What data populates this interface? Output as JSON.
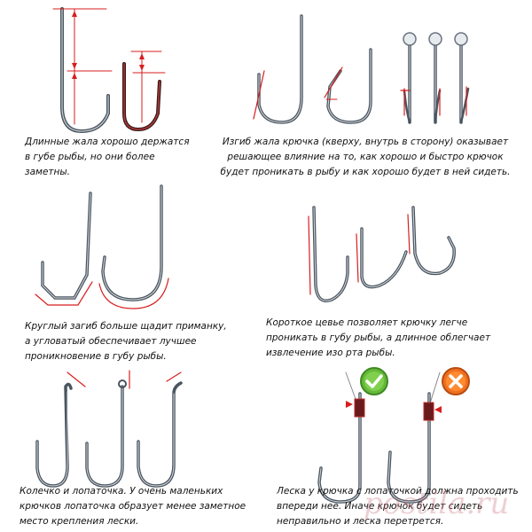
{
  "colors": {
    "hook": "#4a5560",
    "hook_light": "#c9ced3",
    "red": "#d81e1e",
    "ok": "#66b83a",
    "bad": "#f07020"
  },
  "icons": {
    "ok": "check-icon",
    "bad": "cross-icon"
  },
  "captions": {
    "c1": [
      "Длинные жала хорошо держатся",
      "в губе рыбы, но они более",
      "заметны."
    ],
    "c2": [
      "Изгиб жала крючка (кверху, внутрь в сторону) оказывает",
      "решающее влияние на то, как хорошо и быстро крючок",
      "будет проникать в рыбу и как хорошо будет в ней сидеть."
    ],
    "c3": [
      "Круглый загиб больше щадит приманку,",
      "а угловатый обеспечивает лучшее",
      "проникновение в губу рыбы."
    ],
    "c4": [
      "Короткое цевье позволяет крючку легче",
      "проникать в губу рыбы, а длинное облегчает",
      "извлечение изо рта рыбы."
    ],
    "c5": [
      "Колечко и лопаточка. У очень маленьких",
      "крючков лопаточка образует менее  заметное",
      "место крепления лески."
    ],
    "c6": [
      "Леска у крючка с лопаточкой должна проходить",
      "впереди нее. Иначе крючок будет сидеть",
      "неправильно и леска перетрется."
    ]
  },
  "watermark": "postila.ru"
}
